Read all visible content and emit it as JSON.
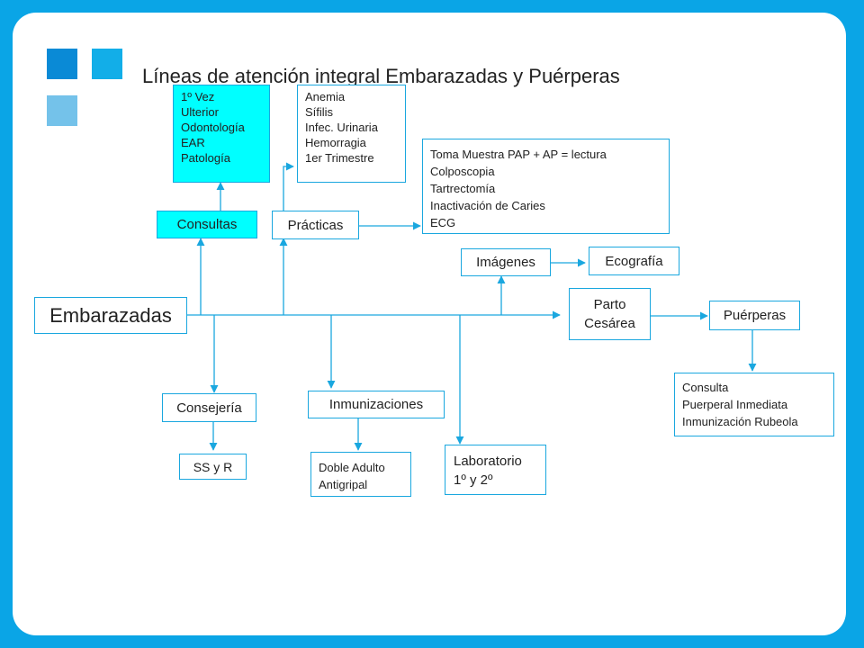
{
  "title": "Líneas de atención integral Embarazadas y Puérperas",
  "colors": {
    "frame": "#0aa5e6",
    "square_dark": "#0a8ad6",
    "square_mid": "#12aee8",
    "square_light": "#74c2ea",
    "cyan_box": "#00ffff",
    "connector": "#1aa7df"
  },
  "nodes": {
    "embarazadas": "Embarazadas",
    "consultas": "Consultas",
    "consultas_detail": [
      "1º Vez",
      "Ulterior",
      "Odontología",
      "EAR",
      "Patología"
    ],
    "practicas": "Prácticas",
    "practicas_detail": [
      "Anemia",
      "Sífilis",
      "Infec. Urinaria",
      "Hemorragia",
      "1er Trimestre"
    ],
    "practicas_detail2": [
      "Toma Muestra PAP + AP = lectura",
      "Colposcopia",
      "Tartrectomía",
      "Inactivación de Caries",
      "ECG"
    ],
    "imagenes": "Imágenes",
    "ecografia": "Ecografía",
    "parto": [
      "Parto",
      "Cesárea"
    ],
    "puerperas": "Puérperas",
    "puerperas_detail": [
      "Consulta",
      "Puerperal Inmediata",
      "Inmunización Rubeola"
    ],
    "consejeria": "Consejería",
    "ssyr": "SS y R",
    "inmunizaciones": "Inmunizaciones",
    "inmunizaciones_detail": [
      "Doble Adulto",
      "Antigripal"
    ],
    "laboratorio": [
      "Laboratorio",
      "1º y 2º"
    ]
  }
}
